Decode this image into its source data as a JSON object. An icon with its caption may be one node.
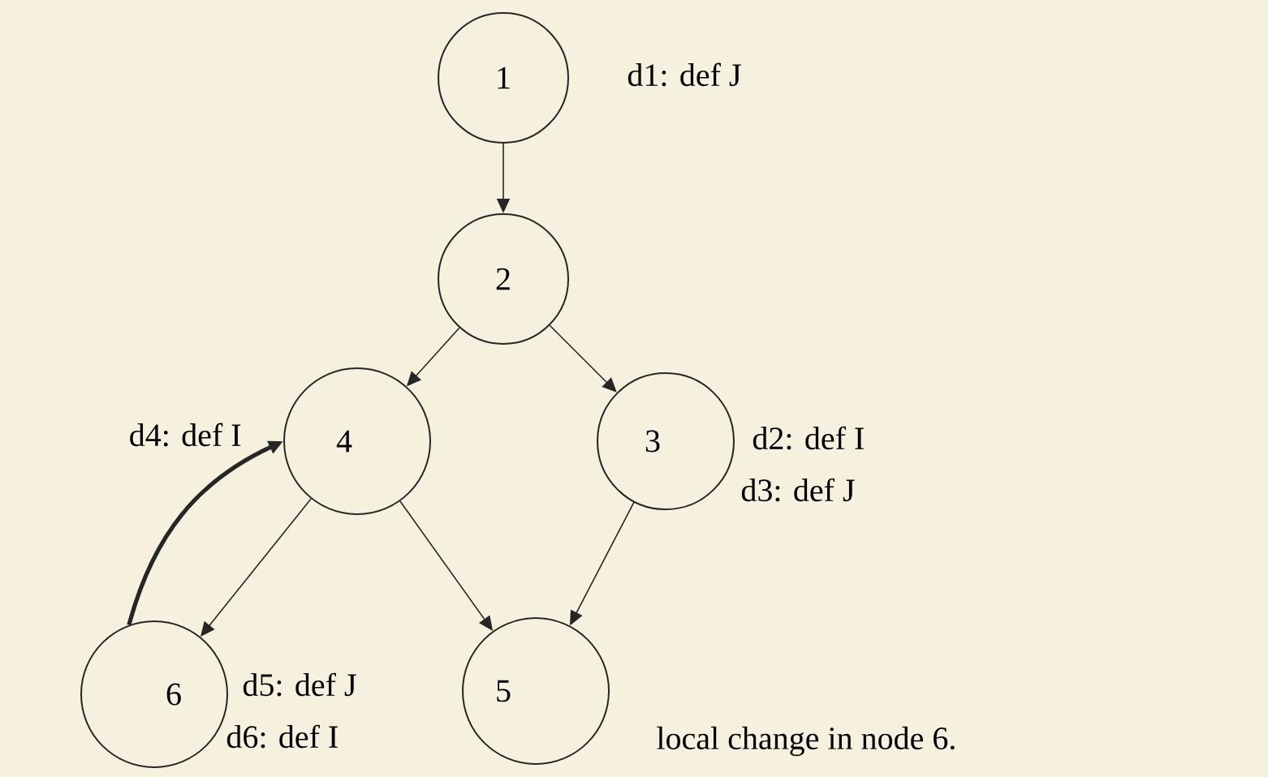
{
  "diagram": {
    "caption": "local change in node 6.",
    "nodes": [
      {
        "text": [
          "1"
        ],
        "beside": [
          "d1: def J"
        ]
      },
      {
        "text": [
          "2"
        ]
      },
      {
        "text": [
          "4"
        ],
        "beside": [
          "d4: def I"
        ]
      },
      {
        "text": [
          "3"
        ],
        "beside": [
          "d2: def I",
          "d3: def J"
        ]
      },
      {
        "text": [
          "6"
        ],
        "beside": [
          "d5: def J",
          "d6: def I"
        ]
      },
      {
        "text": [
          "5"
        ]
      }
    ],
    "edges": [
      {
        "from": 0,
        "to": 1,
        "arrow": "to"
      },
      {
        "from": 1,
        "to": 2,
        "arrow": "to"
      },
      {
        "from": 1,
        "to": 3,
        "arrow": "to"
      },
      {
        "from": 2,
        "to": 4,
        "arrow": "to"
      },
      {
        "from": 2,
        "to": 5,
        "arrow": "to"
      },
      {
        "from": 3,
        "to": 5,
        "arrow": "to"
      },
      {
        "from": 4,
        "to": 2,
        "arrow": "to",
        "style": "thick"
      }
    ]
  }
}
